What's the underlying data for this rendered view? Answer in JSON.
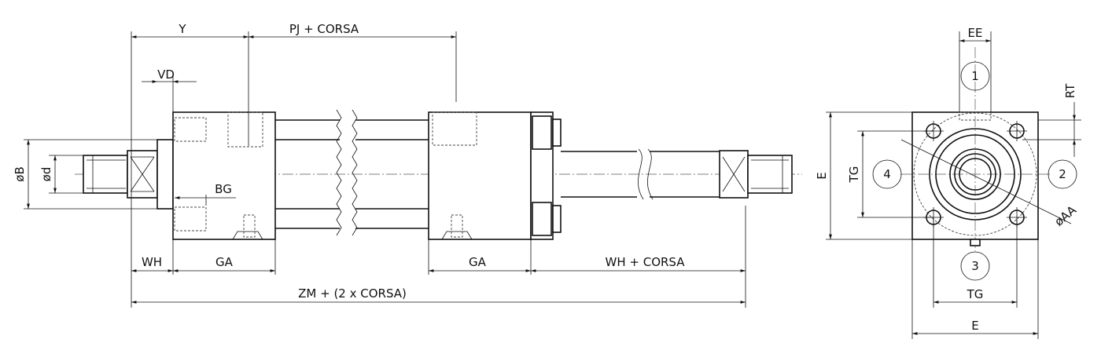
{
  "side_view": {
    "dims": {
      "Y": "Y",
      "PJ": "PJ + CORSA",
      "VD": "VD",
      "BG": "BG",
      "B": "øB",
      "d": "ød",
      "WH": "WH",
      "GA_left": "GA",
      "GA_right": "GA",
      "WH_stroke": "WH + CORSA",
      "ZM": "ZM + (2 x CORSA)"
    }
  },
  "end_view": {
    "dims": {
      "EE": "EE",
      "RT": "RT",
      "E_vertical": "E",
      "TG_vertical": "TG",
      "AA": "øAA",
      "TG_horizontal": "TG",
      "E_horizontal": "E"
    },
    "ports": [
      "1",
      "2",
      "3",
      "4"
    ]
  }
}
